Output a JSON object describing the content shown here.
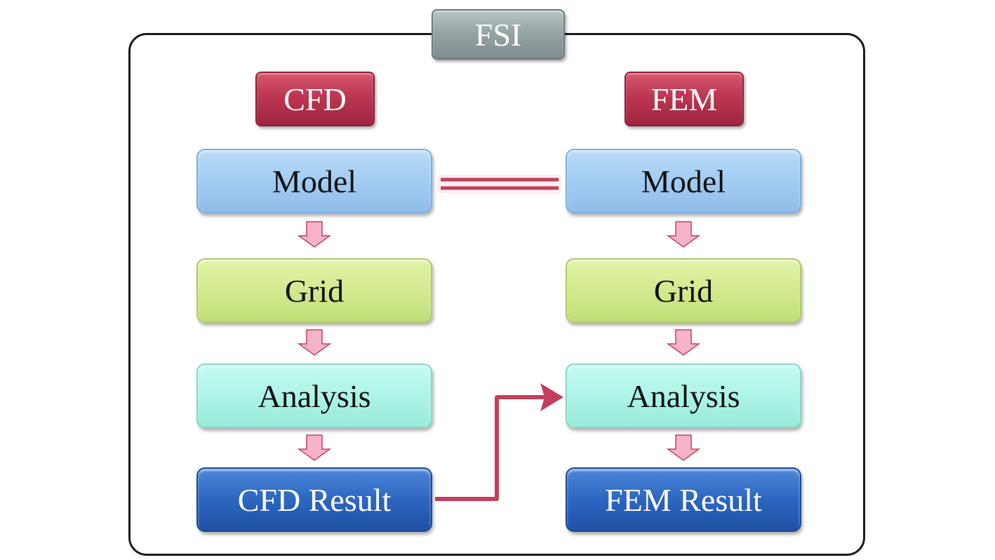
{
  "title": "FSI",
  "left": {
    "header": "CFD",
    "steps": [
      "Model",
      "Grid",
      "Analysis",
      "CFD Result"
    ]
  },
  "right": {
    "header": "FEM",
    "steps": [
      "Model",
      "Grid",
      "Analysis",
      "FEM Result"
    ]
  },
  "colors": {
    "frame": "#1a1a1a",
    "fsi_tag": "#98a5a5",
    "header_tag": "#bd3652",
    "model": "#a2ccf2",
    "grid": "#d2ea8e",
    "analysis": "#aef4e7",
    "result": "#2d66c0",
    "arrow": "#c2405d",
    "down_arrow": "#f7b3c8"
  },
  "connections": [
    {
      "from": "left.steps.0",
      "to": "right.steps.0",
      "style": "double-line"
    },
    {
      "from": "left.steps.3",
      "to": "right.steps.2",
      "style": "elbow-arrow"
    }
  ]
}
